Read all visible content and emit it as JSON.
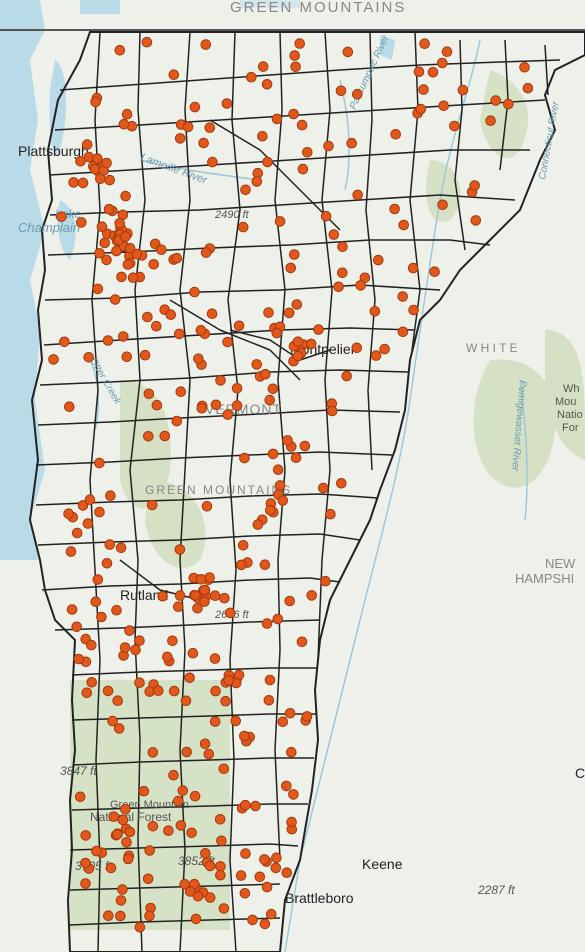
{
  "map": {
    "colors": {
      "background": "#eef0ea",
      "water": "#b9dbe8",
      "forest": "#d4e0c3",
      "town_lines": "#222222",
      "state_border": "#555555",
      "marker_fill": "#e2581c",
      "marker_stroke": "#a33a0c"
    },
    "labels": {
      "top_region": "GREEN MOUNTAINS",
      "plattsburgh": "Plattsburgh",
      "lamoille_river": "Lamoille River",
      "lake_champlain_1": "Lake",
      "lake_champlain_2": "Champlain",
      "elev_north": "2490 ft",
      "otter_creek": "Otter Creek",
      "montpelier": "Montpelier",
      "vermont": "VERMONT",
      "green_mountains": "GREEN MOUNTAINS",
      "rutland": "Rutland",
      "elev_rutland": "2636 ft",
      "elev_south_1": "3847 ft",
      "gm_nat_forest_1": "Green Mountain",
      "gm_nat_forest_2": "National Forest",
      "elev_south_2": "3705 ft",
      "elev_south_3": "3852 ft",
      "keene": "Keene",
      "brattleboro": "Brattleboro",
      "elev_east": "2287 ft",
      "white_mtns": "W H I T E",
      "wm_nat_forest_1": "Wh",
      "wm_nat_forest_2": "Mou",
      "wm_nat_forest_3": "Natio",
      "wm_nat_forest_4": "For",
      "pemigewasset": "Pemigewasset River",
      "connecticut": "Connecticut River",
      "new_hampshire_1": "NEW",
      "new_hampshire_2": "HAMPSHI",
      "nh_letter": "C",
      "passumpsic": "Passumpsic River"
    },
    "marker_count_note": ""
  }
}
